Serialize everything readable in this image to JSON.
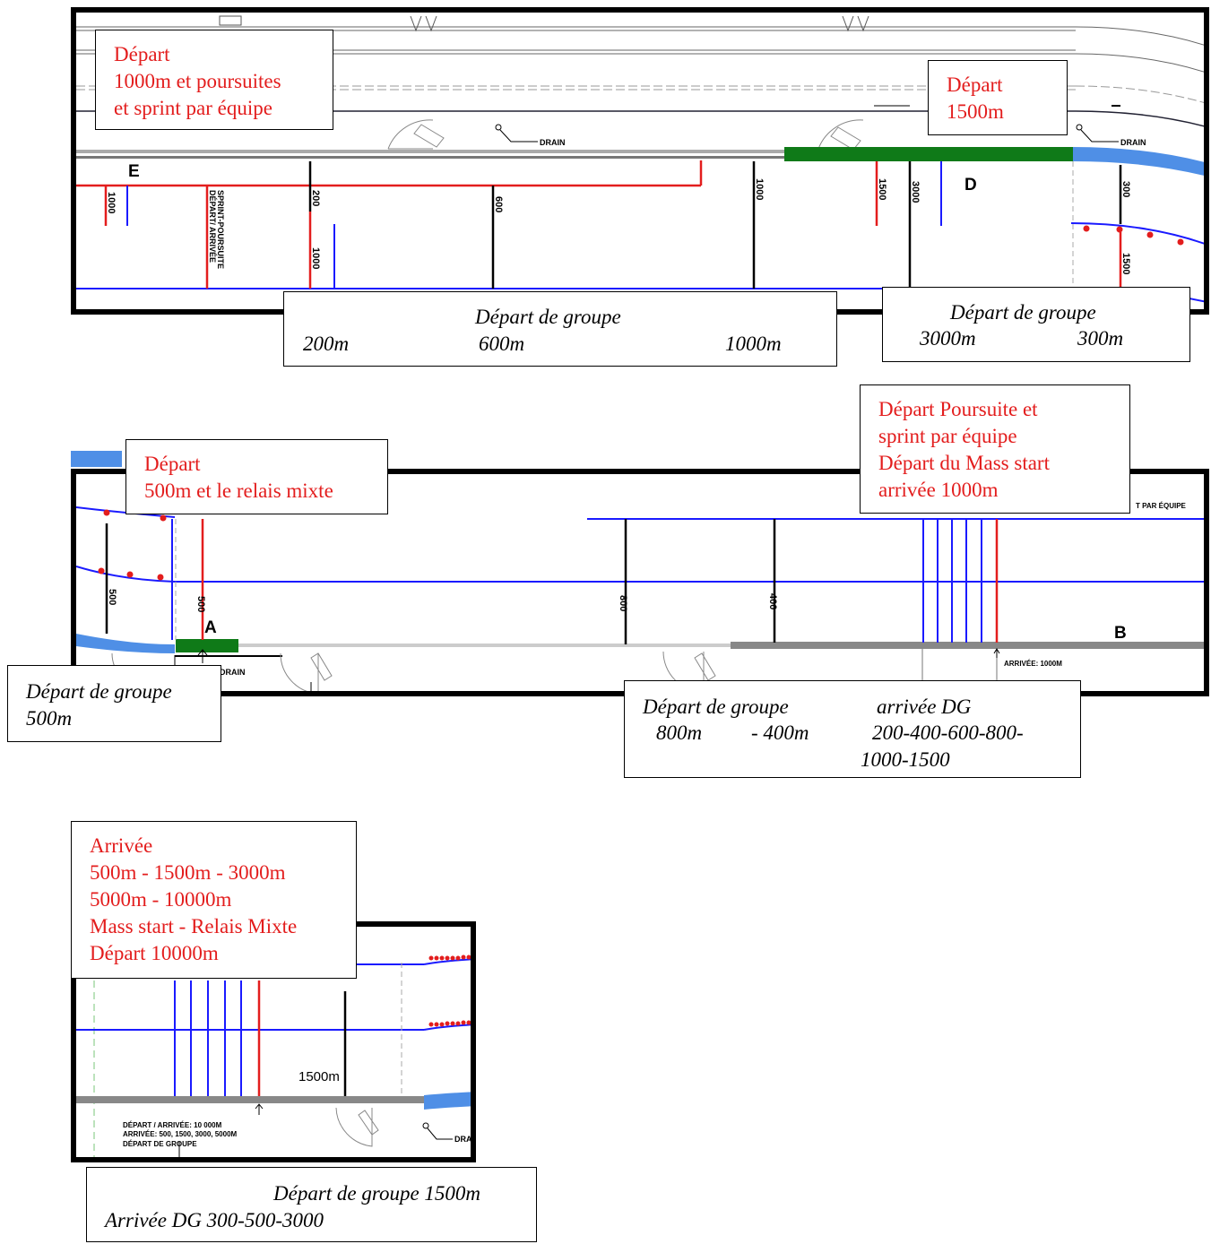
{
  "panel1": {
    "zone_e": "E",
    "zone_d": "D",
    "drain_1": "DRAIN",
    "drain_2": "DRAIN",
    "mark_1000_a": "1000",
    "mark_start_finish_1": "DÉPART/ ARRIVÉE",
    "mark_start_finish_2": "SPRINT-POURSUITE",
    "mark_200": "200",
    "mark_1000_b": "1000",
    "mark_600": "600",
    "mark_1000_c": "1000",
    "mark_1500": "1500",
    "mark_3000": "3000",
    "mark_300": "300",
    "mark_1500_b": "1500",
    "callout_start_1000": [
      "Départ",
      "1000m et poursuites",
      "et sprint par équipe"
    ],
    "callout_start_1500": [
      "Départ",
      "1500m"
    ],
    "group_start_a": {
      "title": "Départ de groupe",
      "d1": "200m",
      "d2": "600m",
      "d3": "1000m"
    },
    "group_start_b": {
      "title": "Départ de groupe",
      "d1": "3000m",
      "d2": "300m"
    }
  },
  "panel2": {
    "zone_a": "A",
    "zone_b": "B",
    "drain": "DRAIN",
    "mark_500_a": "500",
    "mark_500_b": "500",
    "mark_800": "800",
    "mark_400": "400",
    "finish_1000": "ARRIVÉE: 1000M",
    "team_sprint_partial": "T PAR ÉQUIPE",
    "callout_start_500": [
      "Départ",
      "500m et le relais mixte"
    ],
    "callout_pursuit": [
      "Départ Poursuite et",
      "sprint par équipe",
      "Départ du Mass start",
      "arrivée 1000m"
    ],
    "group_start_500": {
      "title": "Départ de groupe",
      "d1": "500m"
    },
    "group_start_dg": {
      "title": "Départ de groupe",
      "finish": "arrivée DG",
      "d1": "800m",
      "d2": "- 400m",
      "d3": "200-400-600-800-",
      "d4": "1000-1500"
    }
  },
  "panel3": {
    "label_1500m": "1500m",
    "note_line1": "DÉPART / ARRIVÉE: 10 000M",
    "note_line2": "ARRIVÉE: 500, 1500, 3000, 5000M",
    "note_line3": "DÉPART DE GROUPE",
    "drain_partial": "DRA",
    "callout_finish": [
      "Arrivée",
      "500m - 1500m - 3000m",
      "5000m - 10000m",
      "Mass start - Relais Mixte",
      "Départ 10000m"
    ],
    "group_start_1500": {
      "line1": "Départ de groupe 1500m",
      "line2": "Arrivée DG 300-500-3000"
    }
  },
  "colors": {
    "blue": "#1a1aff",
    "red": "#e31d1d",
    "green": "#0f7a18",
    "ice_blue": "#4f8fe6",
    "black": "#000000"
  }
}
